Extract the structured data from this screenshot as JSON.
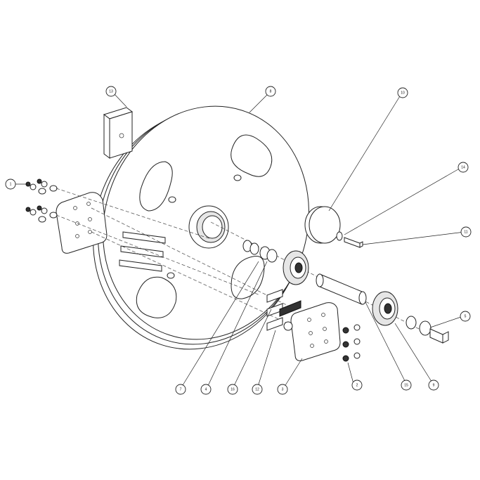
{
  "diagram": {
    "type": "exploded-assembly-drawing",
    "callouts": [
      {
        "id": "c1",
        "label": "1"
      },
      {
        "id": "c2",
        "label": "2"
      },
      {
        "id": "c3",
        "label": "3"
      },
      {
        "id": "c4",
        "label": "4"
      },
      {
        "id": "c5",
        "label": "5"
      },
      {
        "id": "c7",
        "label": "7"
      },
      {
        "id": "c8",
        "label": "8"
      },
      {
        "id": "c9",
        "label": "9"
      },
      {
        "id": "c10",
        "label": "10"
      },
      {
        "id": "c11",
        "label": "11"
      },
      {
        "id": "c12",
        "label": "12"
      },
      {
        "id": "c13",
        "label": "13"
      },
      {
        "id": "c14",
        "label": "14"
      },
      {
        "id": "c15",
        "label": "15"
      },
      {
        "id": "c16",
        "label": "16"
      }
    ]
  }
}
